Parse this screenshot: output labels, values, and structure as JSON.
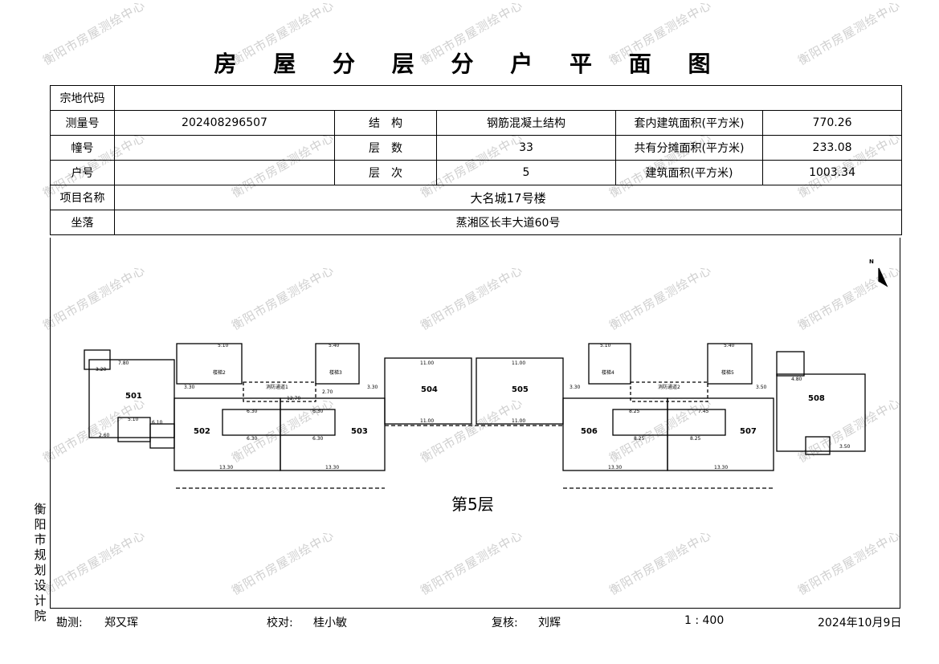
{
  "title": "房 屋 分 层 分 户 平 面 图",
  "watermark": "衡阳市房屋测绘中心",
  "table": {
    "parcel_code_label": "宗地代码",
    "parcel_code_value": "",
    "survey_no_label": "测量号",
    "survey_no_value": "202408296507",
    "structure_label": "结　构",
    "structure_value": "钢筋混凝土结构",
    "inner_area_label": "套内建筑面积(平方米)",
    "inner_area_value": "770.26",
    "building_no_label": "幢号",
    "building_no_value": "",
    "floors_label": "层　数",
    "floors_value": "33",
    "shared_area_label": "共有分摊面积(平方米)",
    "shared_area_value": "233.08",
    "unit_no_label": "户号",
    "unit_no_value": "",
    "floor_level_label": "层　次",
    "floor_level_value": "5",
    "building_area_label": "建筑面积(平方米)",
    "building_area_value": "1003.34",
    "project_label": "项目名称",
    "project_value": "大名城17号楼",
    "location_label": "坐落",
    "location_value": "蒸湘区长丰大道60号"
  },
  "plan": {
    "floor_label": "第5层",
    "north_label": "N",
    "units": [
      "501",
      "502",
      "503",
      "504",
      "505",
      "506",
      "507",
      "508"
    ],
    "stairs": [
      "楼梯2",
      "楼梯3",
      "楼梯4",
      "楼梯5"
    ],
    "corridors": [
      "消防通道1",
      "消防通道2"
    ],
    "dimensions": {
      "d_1310": "13.30",
      "d_1100": "11.00",
      "d_510": "5.10",
      "d_540": "5.40",
      "d_780": "7.80",
      "d_320": "3.20",
      "d_610": "6.10",
      "d_630": "6.30",
      "d_825": "8.25",
      "d_1270": "12.70",
      "d_745": "7.45",
      "d_480": "4.80",
      "d_350": "3.50",
      "d_330": "3.30",
      "d_270": "2.70",
      "d_260": "2.60"
    }
  },
  "sidebar_text": "衡阳市规划设计院",
  "footer": {
    "surveyor_label": "勘测:",
    "surveyor_name": "郑又珲",
    "checker_label": "校对:",
    "checker_name": "桂小敏",
    "reviewer_label": "复核:",
    "reviewer_name": "刘辉",
    "scale": "1 : 400",
    "date": "2024年10月9日"
  }
}
